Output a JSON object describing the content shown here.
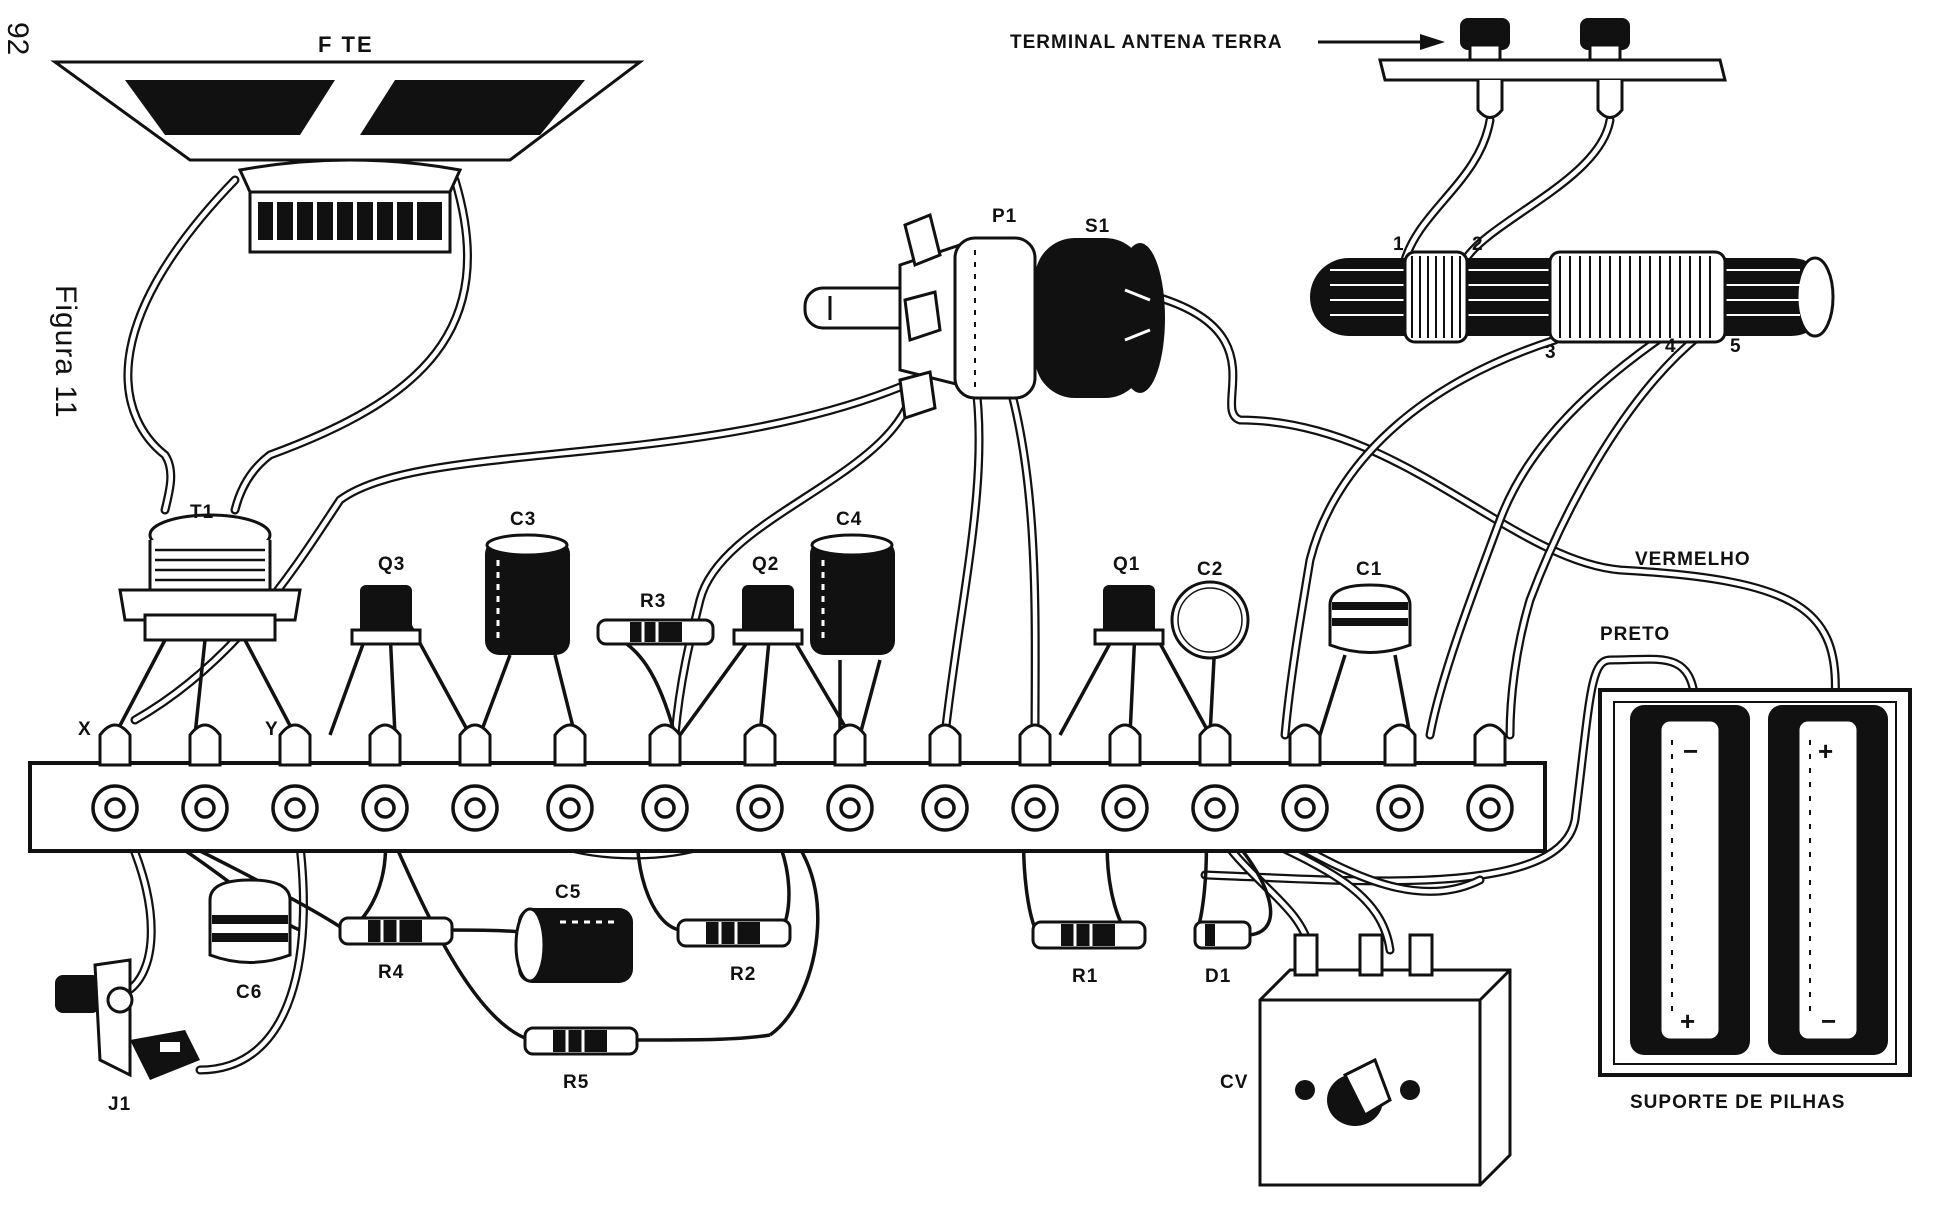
{
  "page": {
    "number": "92",
    "figure_caption": "Figura 11"
  },
  "labels": {
    "speaker": "F TE",
    "antenna_terminal": "TERMINAL ANTENA TERRA",
    "potentiometer": "P1",
    "switch": "S1",
    "transformer": "T1",
    "transistors": {
      "q1": "Q1",
      "q2": "Q2",
      "q3": "Q3"
    },
    "capacitors": {
      "c1": "C1",
      "c2": "C2",
      "c3": "C3",
      "c4": "C4",
      "c5": "C5",
      "c6": "C6"
    },
    "resistors": {
      "r1": "R1",
      "r2": "R2",
      "r3": "R3",
      "r4": "R4",
      "r5": "R5"
    },
    "diode": "D1",
    "variable_capacitor": "CV",
    "jack": "J1",
    "battery_holder": "SUPORTE DE PILHAS",
    "wire_red": "VERMELHO",
    "wire_black": "PRETO",
    "point_x": "X",
    "point_y": "Y",
    "battery_minus": "−",
    "battery_plus": "+",
    "cap_plus": "+",
    "coil_taps": [
      "1",
      "2",
      "3",
      "4",
      "5"
    ]
  }
}
